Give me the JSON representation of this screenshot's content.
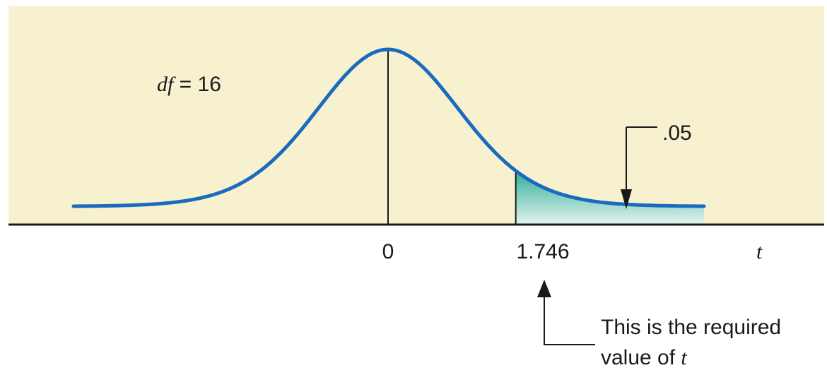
{
  "diagram": {
    "df_label": "df",
    "df_eq": " = 16",
    "area_label": ".05",
    "zero_label": "0",
    "critical_label": "1.746",
    "axis_label": "t",
    "note_line1": "This is the required",
    "note_line2_text": "value of ",
    "note_line2_var": "t",
    "df_value": 16,
    "critical_value": 1.746,
    "tail_area": 0.05,
    "t_range": [
      -4.3,
      4.3
    ]
  },
  "colors": {
    "panel": "#f8f1cf",
    "curve": "#1a6bbf",
    "shade_top": "#2fae99",
    "shade_bottom": "#e4f4ee",
    "ink": "#1a1a1a"
  }
}
